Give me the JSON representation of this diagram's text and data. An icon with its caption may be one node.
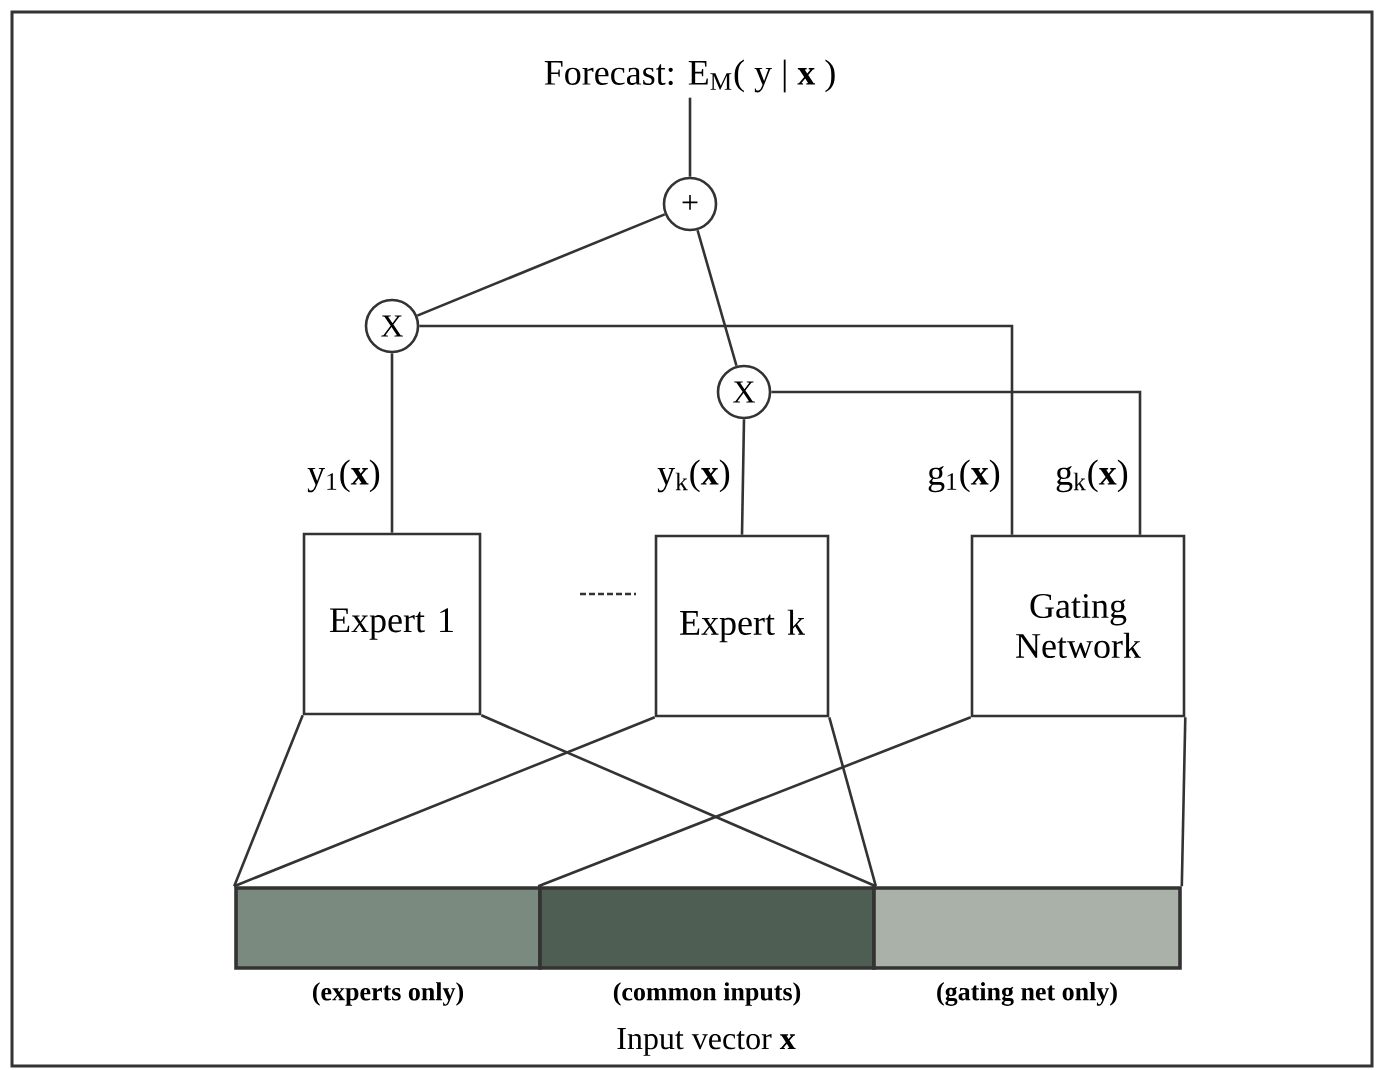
{
  "diagram": {
    "nodes": [
      {
        "text": [
          "Forecast: E$_{M}$( y | **x** )"
        ]
      },
      {
        "text": [
          "+"
        ]
      },
      {
        "text": [
          "X"
        ]
      },
      {
        "text": [
          "X"
        ]
      },
      {
        "text": [
          "Expert 1"
        ]
      },
      {
        "text": [
          "Expert k"
        ]
      },
      {
        "text": [
          "Gating Network"
        ]
      },
      {
        "text": [],
        "shape": "bar",
        "beside": [
          "(experts only)"
        ]
      },
      {
        "text": [],
        "shape": "bar",
        "beside": [
          "(common inputs)"
        ]
      },
      {
        "text": [],
        "shape": "bar",
        "beside": [
          "(gating net only)"
        ]
      }
    ],
    "edges": [
      {
        "from": 1,
        "to": 0,
        "arrow": "none"
      },
      {
        "from": 2,
        "to": 1,
        "arrow": "none"
      },
      {
        "from": 3,
        "to": 1,
        "arrow": "none"
      },
      {
        "from": 4,
        "to": 2,
        "arrow": "none",
        "label": "y$_{1}$(**x**)"
      },
      {
        "from": 5,
        "to": 3,
        "arrow": "none",
        "label": "y$_{k}$(**x**)"
      },
      {
        "from": 6,
        "to": 2,
        "arrow": "none",
        "label": "g$_{1}$(**x**)"
      },
      {
        "from": 6,
        "to": 3,
        "arrow": "none",
        "label": "g$_{k}$(**x**)"
      },
      {
        "from": 4,
        "to": 7,
        "arrow": "none"
      },
      {
        "from": 4,
        "to": 8,
        "arrow": "none"
      },
      {
        "from": 5,
        "to": 7,
        "arrow": "none"
      },
      {
        "from": 5,
        "to": 8,
        "arrow": "none"
      },
      {
        "from": 6,
        "to": 8,
        "arrow": "none"
      },
      {
        "from": 6,
        "to": 9,
        "arrow": "none"
      }
    ],
    "labels": [
      "Input vector **x**"
    ]
  }
}
